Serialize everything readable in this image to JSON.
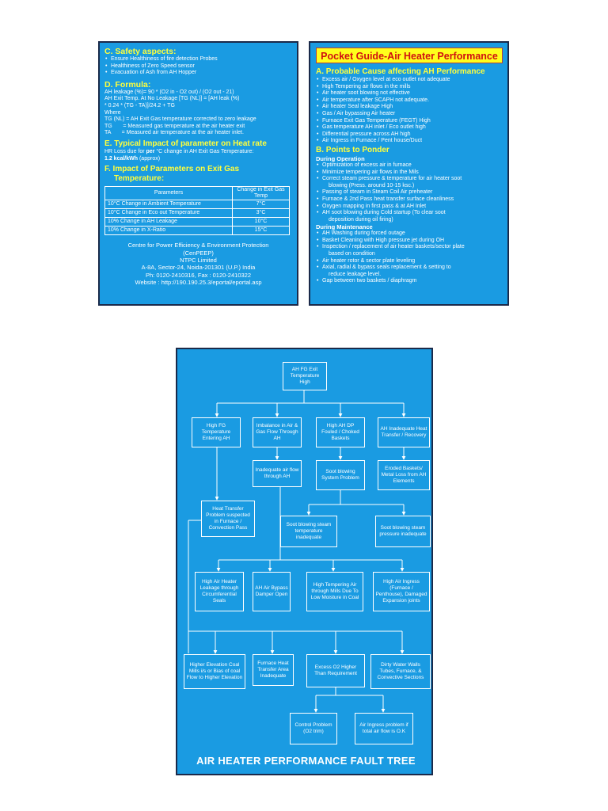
{
  "left": {
    "safety": {
      "heading": "C. Safety aspects:",
      "items": [
        "Ensure Healthiness of fire detection Probes",
        "Healthiness of Zero Speed sensor",
        "Evacuation of Ash from AH Hopper"
      ]
    },
    "formula": {
      "heading": "D. Formula:",
      "lines": [
        "AH leakage (%)= 90 * (O2 in - O2 out) / (O2 out - 21)",
        "AH Exit Temp. At No Leakage [TG (NL)] = [AH leak (%)",
        "* 0.24 * (TG - TA)]/24.2 + TG",
        "Where",
        "TG (NL) = AH Exit Gas temperature corrected to zero leakage",
        "TG       = Measured gas temperature at the air heater exit",
        "TA       = Measured air temperature at the air heater inlet."
      ]
    },
    "impact": {
      "heading": "E. Typical Impact of parameter on Heat rate",
      "line1_pre": "HR Loss due for ",
      "line1_bold": "per",
      "line1_post": " °C change in AH Exit Gas Temperature:",
      "line2_bold": "1.2 kcal/kWh",
      "line2_post": " (approx)"
    },
    "exit_gas": {
      "heading1": "F. Impact of Parameters on Exit Gas",
      "heading2": "Temperature:",
      "col_param": "Parameters",
      "col_change": "Change in Exit Gas Temp",
      "rows": [
        {
          "param": "10°C Change in Ambient Temperature",
          "change": "7°C"
        },
        {
          "param": "10°C Change in Eco out Temperature",
          "change": "3°C"
        },
        {
          "param": "10% Change in AH Leakage",
          "change": "10°C"
        },
        {
          "param": "10% Change in X-Ratio",
          "change": "15°C"
        }
      ]
    },
    "centre": [
      "Centre for Power Efficiency & Environment Protection",
      "(CenPEEP)",
      "NTPC Limited",
      "A-8A, Sector-24, Noida-201301 (U.P.) India",
      "Ph: 0120-2410316, Fax : 0120-2410322",
      "Website : http://190.190.25.3/eportal/eportal.asp"
    ]
  },
  "right": {
    "title": "Pocket Guide-Air Heater Performance",
    "causes": {
      "heading": "A. Probable Cause affecting AH Performance",
      "items": [
        "Excess air / Oxygen level at eco outlet not adequate",
        "High Tempering air flows in the mills",
        "Air heater soot blowing not effective",
        "Air temperature after SCAPH not adequate.",
        "Air heater Seal leakage High",
        "Gas / Air bypassing Air heater",
        "Furnace Exit Gas Temperature (FEGT) High",
        "Gas temperature AH inlet / Eco outlet high",
        "Differential pressure across AH high",
        "Air Ingress in Furnace / Pent house/Duct"
      ]
    },
    "ponder": {
      "heading": "B. Points to Ponder",
      "operation_heading": "During Operation",
      "operation": [
        {
          "text": "Optimization of excess air in furnace"
        },
        {
          "text": "Minimize tempering air flows in the Mils"
        },
        {
          "text": "Correct steam pressure & temperature for air heater soot",
          "cont": "blowing (Press. around 10-15 ksc.)"
        },
        {
          "text": "Passing of steam in Steam Coil Air preheater"
        },
        {
          "text": "Furnace & 2nd Pass heat transfer surface cleanliness"
        },
        {
          "text": "Oxygen mapping in first pass & at AH Inlet"
        },
        {
          "text": "AH soot blowing during Cold startup (To clear soot",
          "cont": "deposition during oil firing)"
        }
      ],
      "maintenance_heading": "During Maintenance",
      "maintenance": [
        {
          "text": "AH Washing during forced outage"
        },
        {
          "text": "Basket Cleaning with High pressure jet during OH"
        },
        {
          "text": "Inspection / replacement of air heater baskets/sector plate",
          "cont": "based on condition"
        },
        {
          "text": "Air heater rotor & sector plate leveling"
        },
        {
          "text": "Axial, radial & bypass seals replacement & setting to",
          "cont": "reduce leakage level."
        },
        {
          "text": "Gap between two baskets / diaphragm"
        }
      ]
    }
  },
  "tree": {
    "title": "AIR HEATER PERFORMANCE  FAULT TREE",
    "nodes": {
      "root": "AH FG Exit Temperature High",
      "high_fg": "High FG Temperature Entering AH",
      "imbalance": "Imbalance in Air & Gas Flow Through AH",
      "high_dp": "High AH DP Fouled / Choked Baskets",
      "inadequate_ht": "AH Inadequate Heat Transfer / Recovery",
      "inadequate_airflow": "Inadequate air flow through AH",
      "soot_problem": "Soot blowing System Problem",
      "eroded": "Eroded Baskets/ Metal Loss from AH Elements",
      "ht_problem": "Heat Transfer Problem suspected in Furnace / Convection Pass",
      "soot_temp": "Soot blowing steam temperature inadequate",
      "soot_press": "Soot blowing steam pressure inadequate",
      "leakage": "High Air Heater Leakage through Circumferential Seals",
      "bypass": "AH Air Bypass Damper Open",
      "tempering": "High Tempering Air through Mills Due To Low Moisture in Coal",
      "ingress": "High Air Ingress (Furnace / Penthouse), Damaged Expansion joints",
      "elevation": "Higher Elevation Coal Mills i/s or Bias of coal Flow to Higher Elevation",
      "furnace_area": "Furnace Heat Transfer Area Inadequate",
      "excess_o2": "Excess O2 Higher Than Requirement",
      "dirty_walls": "Dirty Water Walls Tubes, Furnace, & Convective Sections",
      "control": "Control Problem (O2 trim)",
      "air_ingress_ok": "Air Ingress problem if total air flow is O.K"
    }
  }
}
